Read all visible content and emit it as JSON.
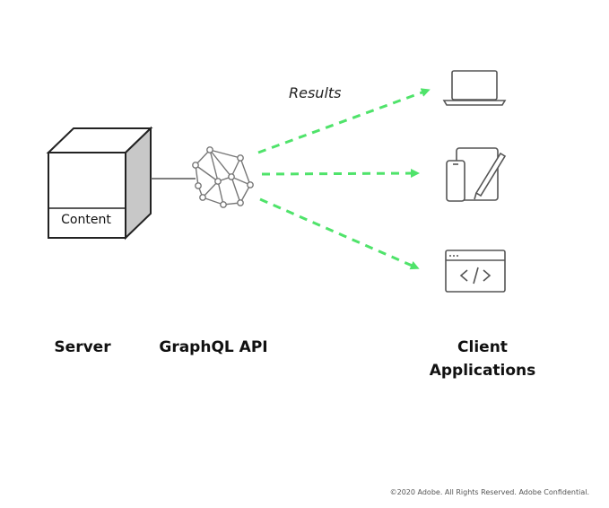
{
  "diagram": {
    "results_label": "Results",
    "content_label": "Content",
    "server_label": "Server",
    "graphql_label": "GraphQL API",
    "client_label_line1": "Client",
    "client_label_line2": "Applications",
    "copyright": "©2020 Adobe. All Rights Reserved. Adobe Confidential.",
    "colors": {
      "arrow": "#4fe36a",
      "stroke": "#555555",
      "cube_side": "#c8c8c8"
    },
    "icons": [
      "server-cube-icon",
      "graphql-network-icon",
      "laptop-icon",
      "tablet-phone-pen-icon",
      "code-window-icon"
    ]
  }
}
